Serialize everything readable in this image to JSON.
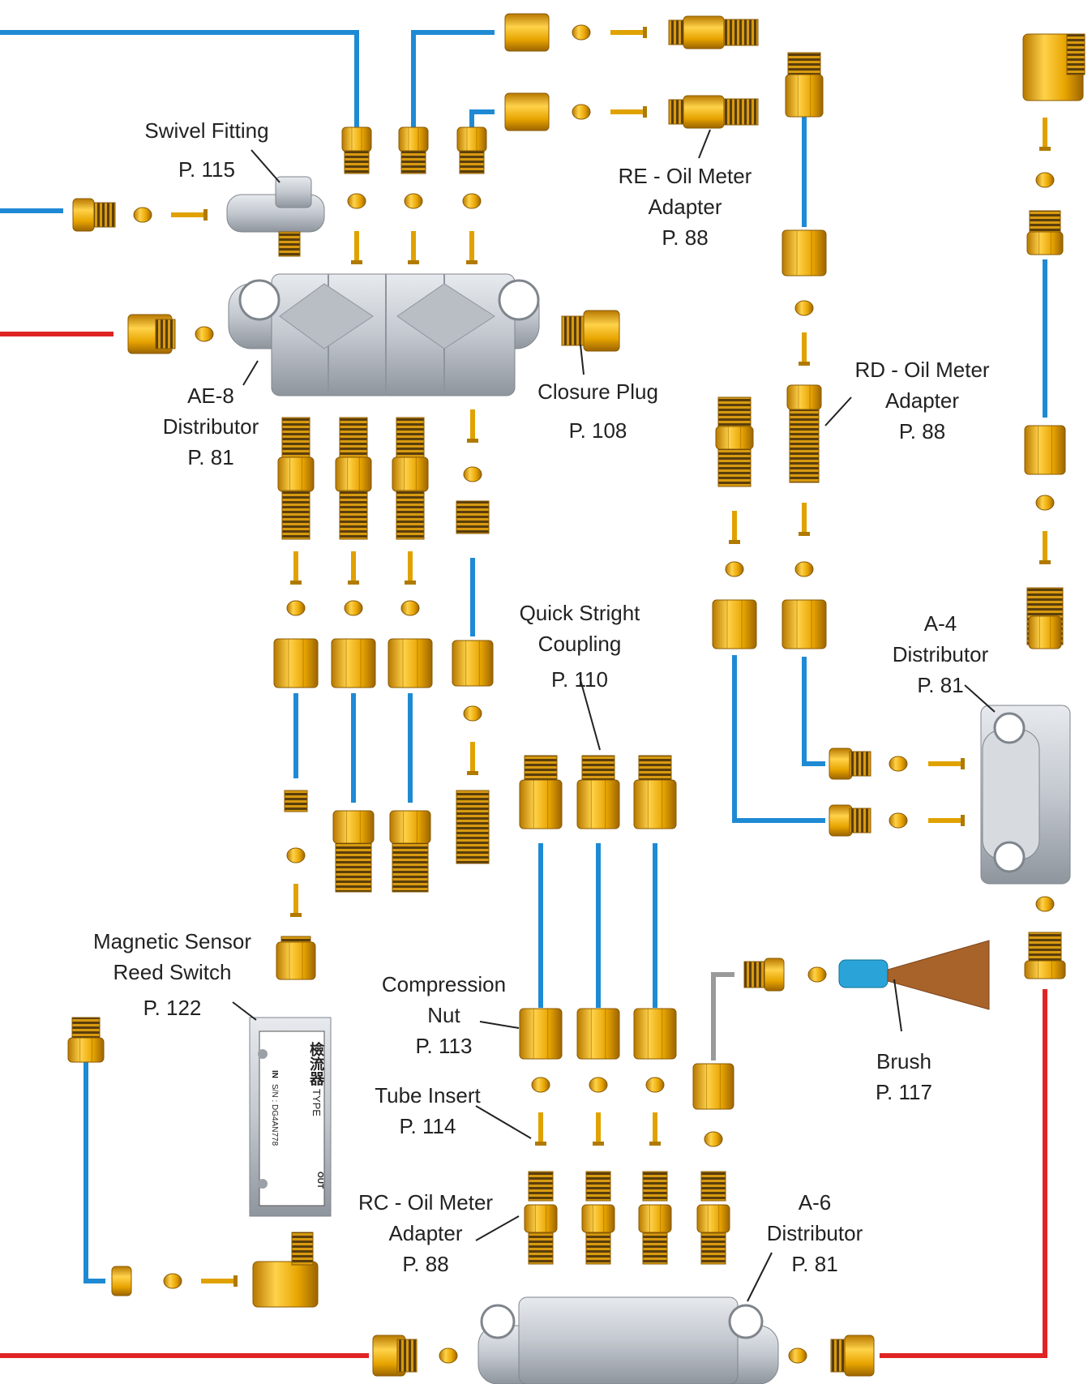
{
  "colors": {
    "blue_line": "#1f8ad4",
    "red_line": "#e02424",
    "gray_line": "#9a9a9a",
    "brass": "#f0b400",
    "brass_dark": "#8a5a00",
    "thread": "#6b4a12",
    "distributor": "#c9ced4",
    "brush_handle": "#2aa3d8",
    "bristles": "#a8632a"
  },
  "labels": {
    "swivel": {
      "name": "Swivel Fitting",
      "page": "P. 115"
    },
    "re_adapter": {
      "line1": "RE - Oil Meter",
      "line2": "Adapter",
      "page": "P. 88"
    },
    "ae8": {
      "line1": "AE-8",
      "line2": "Distributor",
      "page": "P. 81"
    },
    "closure": {
      "name": "Closure Plug",
      "page": "P. 108"
    },
    "rd_adapter": {
      "line1": "RD - Oil Meter",
      "line2": "Adapter",
      "page": "P. 88"
    },
    "quick_coupling": {
      "line1": "Quick Stright",
      "line2": "Coupling",
      "page": "P. 110"
    },
    "a4": {
      "line1": "A-4",
      "line2": "Distributor",
      "page": "P. 81"
    },
    "magnetic": {
      "line1": "Magnetic Sensor",
      "line2": "Reed Switch",
      "page": "P. 122"
    },
    "comp_nut": {
      "line1": "Compression",
      "line2": "Nut",
      "page": "P. 113"
    },
    "brush": {
      "name": "Brush",
      "page": "P. 117"
    },
    "tube_insert": {
      "name": "Tube Insert",
      "page": "P. 114"
    },
    "rc_adapter": {
      "line1": "RC - Oil Meter",
      "line2": "Adapter",
      "page": "P. 88"
    },
    "a6": {
      "line1": "A-6",
      "line2": "Distributor",
      "page": "P. 81"
    }
  },
  "sensor_plate": {
    "chinese": "檢流器",
    "in": "IN",
    "out": "OUT",
    "serial": "S/N : DG4AN778",
    "type": "TYPE"
  }
}
